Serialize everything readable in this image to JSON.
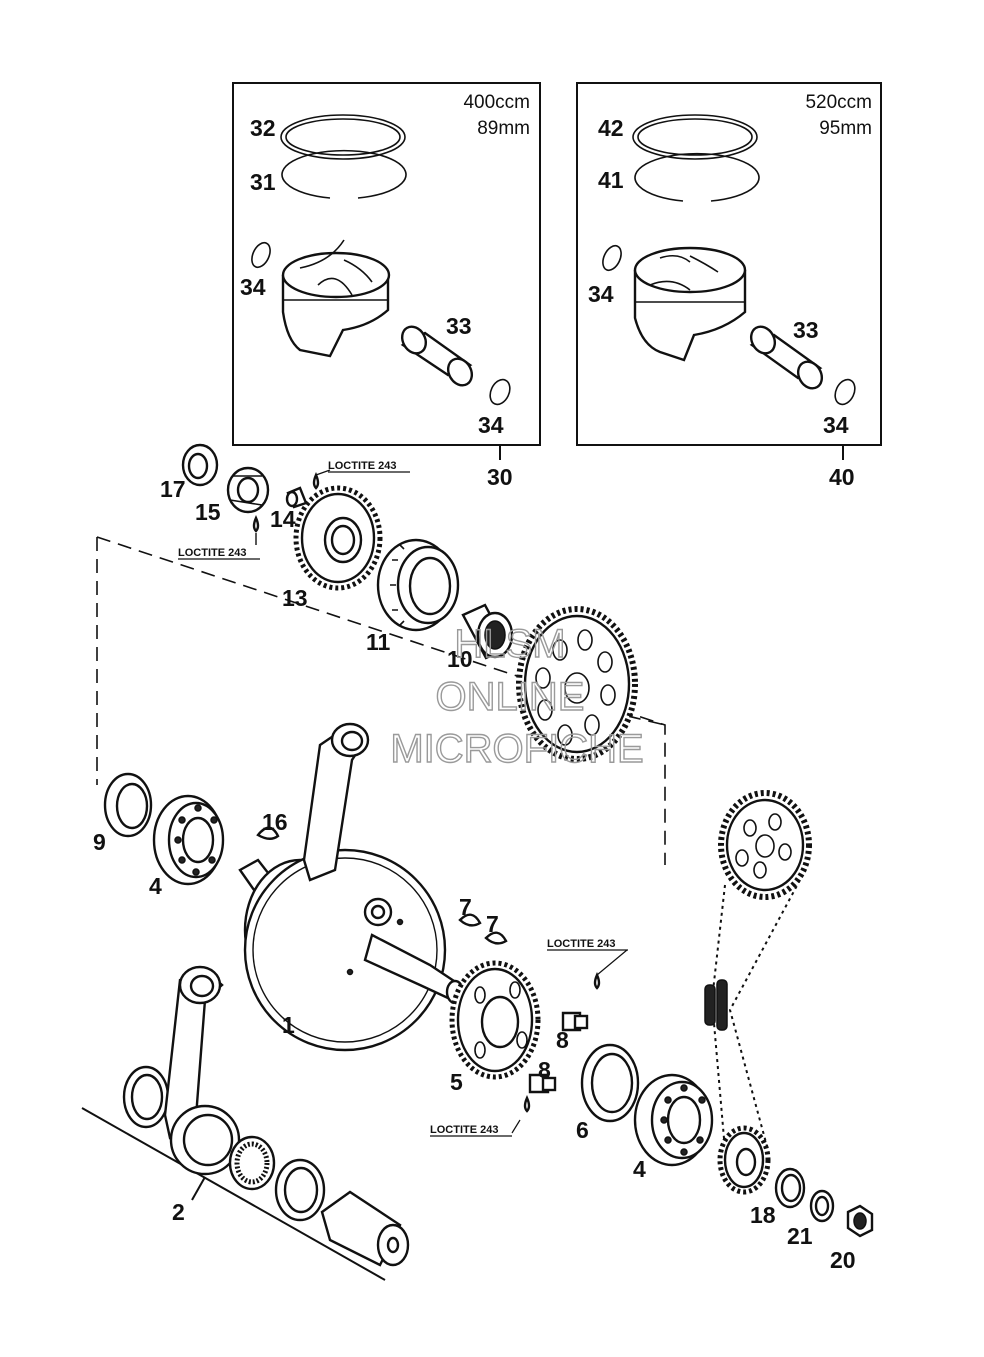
{
  "kit_400": {
    "displacement": "400ccm",
    "bore": "89mm",
    "kit_no": "30"
  },
  "kit_520": {
    "displacement": "520ccm",
    "bore": "95mm",
    "kit_no": "40"
  },
  "loctite_label": "LOCTITE 243",
  "watermark": {
    "line1": "HLSM",
    "line2": "ONLINE",
    "line3": "MICROFICHE"
  },
  "callouts": {
    "c1": "1",
    "c2": "2",
    "c4a": "4",
    "c4b": "4",
    "c5": "5",
    "c6": "6",
    "c7a": "7",
    "c7b": "7",
    "c8a": "8",
    "c8b": "8",
    "c9": "9",
    "c10": "10",
    "c11": "11",
    "c13": "13",
    "c14": "14",
    "c15": "15",
    "c16": "16",
    "c17": "17",
    "c18": "18",
    "c20": "20",
    "c21": "21",
    "c31": "31",
    "c32": "32",
    "c33a": "33",
    "c34a": "34",
    "c34b": "34",
    "c41": "41",
    "c42": "42",
    "c33b": "33",
    "c34c": "34",
    "c34d": "34"
  }
}
